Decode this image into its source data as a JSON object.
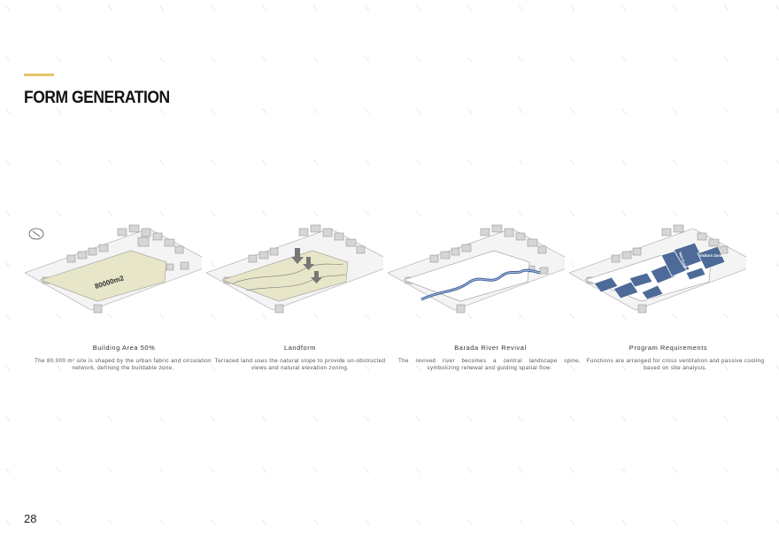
{
  "page": {
    "title": "FORM GENERATION",
    "number": "28",
    "accent_color": "#e5c56a"
  },
  "panels": [
    {
      "title": "Building Area 50%",
      "text": "The 80,000 m² site is shaped by the urban fabric and circulation network, defining the buildable zone.",
      "site_label": "80000m2",
      "fill_color": "#e8e6c8"
    },
    {
      "title": "Landform",
      "text": "Terraced land uses the natural slope to provide un-obstructed views and natural elevation zoning.",
      "fill_color": "#e8e6c8"
    },
    {
      "title": "Barada River Revival",
      "text": "The revived river becomes a central landscape spine, symbolizing renewal and guiding spatial flow.",
      "river_color": "#3d6199"
    },
    {
      "title": "Program Requirements",
      "text": "Functions are arranged for cross ventilation and passive cooling based on site analysis.",
      "zone_labels": [
        "Visitors Zone",
        "Main Building"
      ],
      "zone_color": "#4e6a98"
    }
  ]
}
